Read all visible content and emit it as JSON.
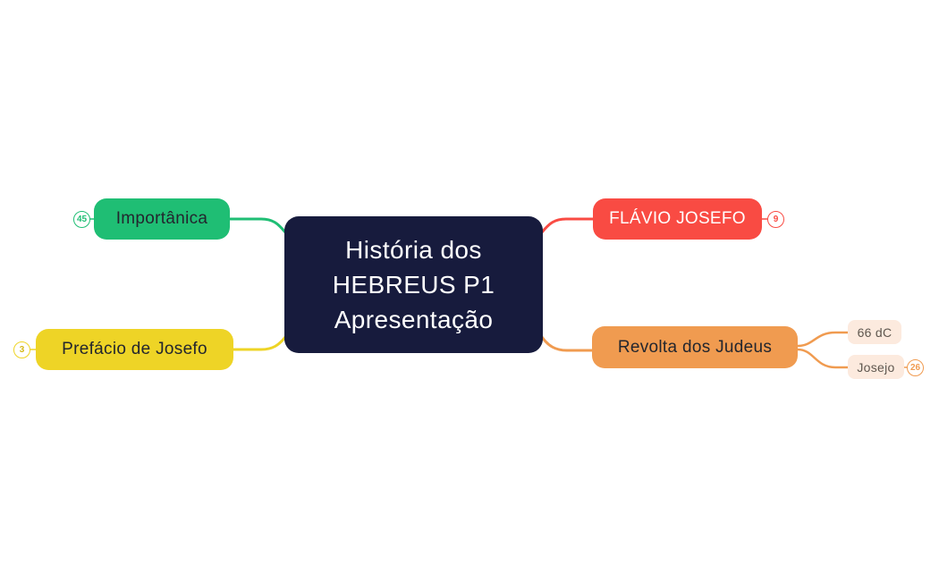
{
  "app": {
    "background": "#ffffff",
    "type": "mind-map"
  },
  "center": {
    "line1": "História dos",
    "line2": "HEBREUS P1",
    "line3": "Apresentação",
    "bg_color": "#171b3d",
    "text_color": "#ffffff"
  },
  "branches": [
    {
      "label": "Importânica",
      "badge": "45",
      "color": "#1fbe74",
      "side": "left-top"
    },
    {
      "label": "FLÁVIO JOSEFO",
      "badge": "9",
      "color": "#f94b43",
      "side": "right-top"
    },
    {
      "label": "Prefácio de Josefo",
      "badge": "3",
      "color": "#eed426",
      "side": "left-bottom"
    },
    {
      "label": "Revolta dos Judeus",
      "color": "#f09b50",
      "side": "right-bottom",
      "children": [
        {
          "label": "66 dC",
          "bg_color": "#fceade"
        },
        {
          "label": "Josejo",
          "badge": "26",
          "bg_color": "#fceade"
        }
      ]
    }
  ]
}
